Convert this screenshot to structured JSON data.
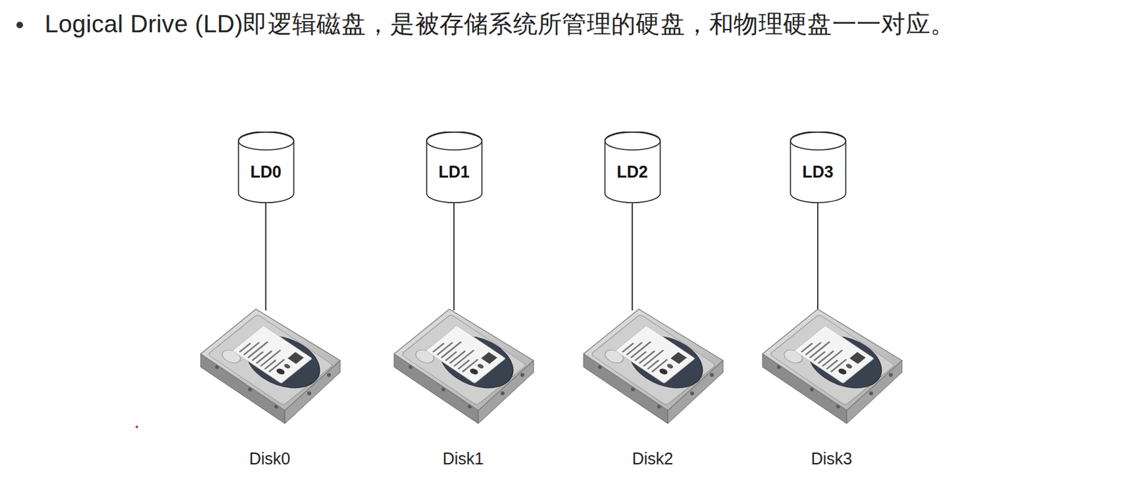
{
  "diagram": {
    "title": "Logical Drive (LD)即逻辑磁盘，是被存储系统所管理的硬盘，和物理硬盘一一对应。",
    "nodes": [
      {
        "text": [
          "LD0"
        ]
      },
      {
        "text": [
          "LD1"
        ]
      },
      {
        "text": [
          "LD2"
        ]
      },
      {
        "text": [
          "LD3"
        ]
      },
      {
        "text": [
          "Disk0"
        ]
      },
      {
        "text": [
          "Disk1"
        ]
      },
      {
        "text": [
          "Disk2"
        ]
      },
      {
        "text": [
          "Disk3"
        ]
      }
    ],
    "edges": [
      {
        "from": 0,
        "to": 4,
        "arrow": "none"
      },
      {
        "from": 1,
        "to": 5,
        "arrow": "none"
      },
      {
        "from": 2,
        "to": 6,
        "arrow": "none"
      },
      {
        "from": 3,
        "to": 7,
        "arrow": "none"
      }
    ]
  }
}
